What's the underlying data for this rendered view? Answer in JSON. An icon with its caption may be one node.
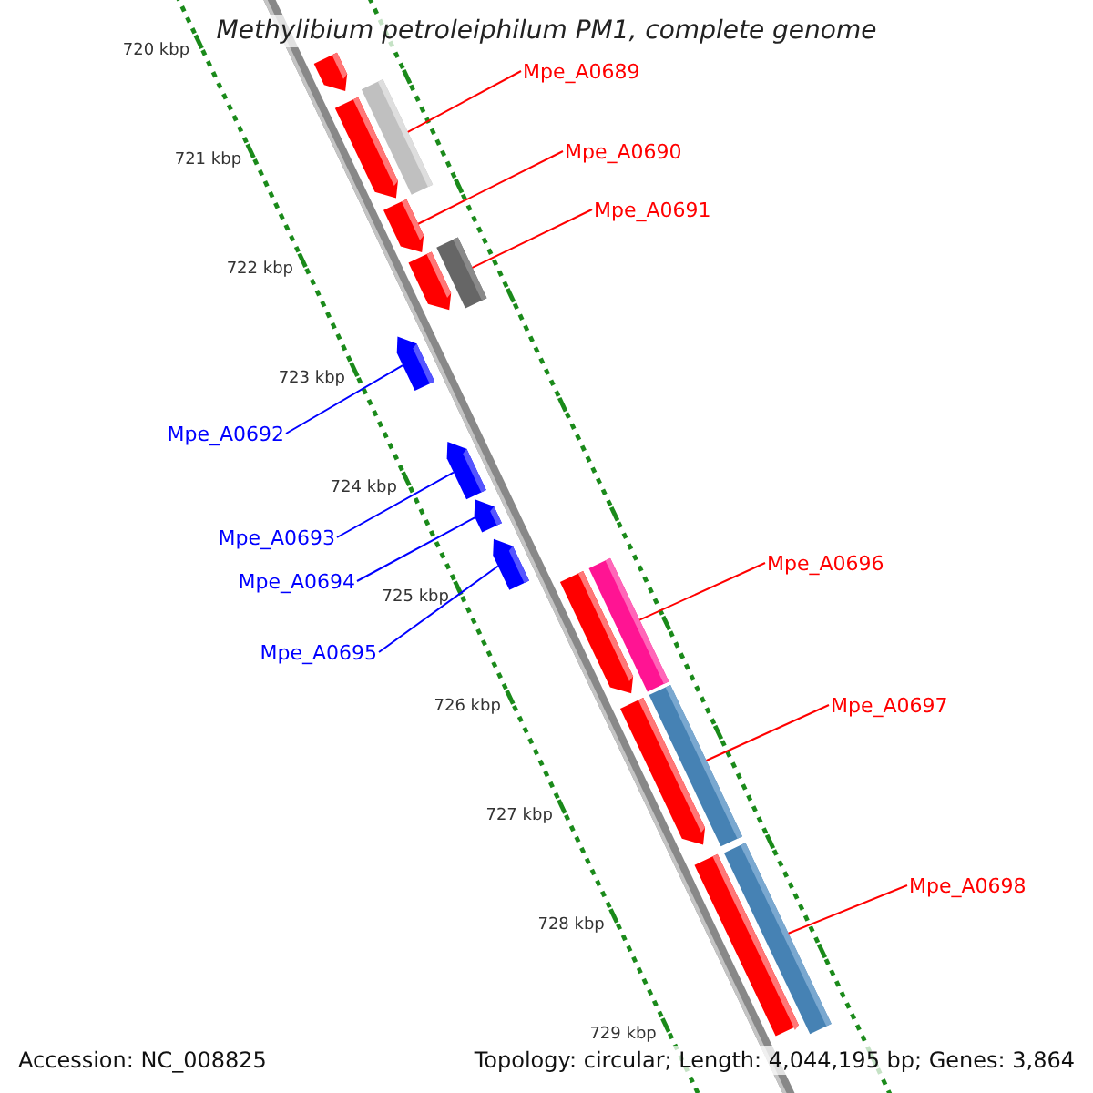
{
  "diagram": {
    "title": "Methylibium petroleiphilum PM1, complete genome",
    "nodes": [
      {
        "text": [
          "Mpe_A0689"
        ]
      },
      {
        "text": [
          "Mpe_A0690"
        ]
      },
      {
        "text": [
          "Mpe_A0691"
        ]
      },
      {
        "text": [
          "Mpe_A0692"
        ]
      },
      {
        "text": [
          "Mpe_A0693"
        ]
      },
      {
        "text": [
          "Mpe_A0694"
        ]
      },
      {
        "text": [
          "Mpe_A0695"
        ]
      },
      {
        "text": [
          "Mpe_A0696"
        ]
      },
      {
        "text": [
          "Mpe_A0697"
        ]
      },
      {
        "text": [
          "Mpe_A0698"
        ]
      },
      {
        "text": [],
        "shape": "arrow"
      },
      {
        "text": [],
        "shape": "bar"
      },
      {
        "text": [],
        "shape": "arrow"
      },
      {
        "text": [],
        "shape": "arrow"
      },
      {
        "text": [],
        "shape": "bar"
      },
      {
        "text": [],
        "shape": "arrow"
      },
      {
        "text": [],
        "shape": "arrow"
      },
      {
        "text": [],
        "shape": "arrow"
      },
      {
        "text": [],
        "shape": "arrow"
      },
      {
        "text": [],
        "shape": "arrow"
      },
      {
        "text": [],
        "shape": "arrow"
      },
      {
        "text": [],
        "shape": "bar"
      },
      {
        "text": [],
        "shape": "arrow"
      },
      {
        "text": [],
        "shape": "bar"
      },
      {
        "text": [],
        "shape": "arrow"
      },
      {
        "text": [],
        "shape": "bar"
      }
    ],
    "edges": [
      {
        "from": 0,
        "to": 11,
        "arrow": "none"
      },
      {
        "from": 1,
        "to": 13,
        "arrow": "none"
      },
      {
        "from": 2,
        "to": 14,
        "arrow": "none"
      },
      {
        "from": 3,
        "to": 16,
        "arrow": "none",
        "color": "#0000ff"
      },
      {
        "from": 4,
        "to": 17,
        "arrow": "none",
        "color": "#0000ff"
      },
      {
        "from": 5,
        "to": 18,
        "arrow": "none",
        "color": "#0000ff"
      },
      {
        "from": 6,
        "to": 19,
        "arrow": "none",
        "color": "#0000ff"
      },
      {
        "from": 7,
        "to": 21,
        "arrow": "none"
      },
      {
        "from": 8,
        "to": 23,
        "arrow": "none"
      },
      {
        "from": 9,
        "to": 25,
        "arrow": "none"
      }
    ],
    "labels": [
      "720 kbp",
      "721 kbp",
      "722 kbp",
      "723 kbp",
      "724 kbp",
      "725 kbp",
      "726 kbp",
      "727 kbp",
      "728 kbp",
      "729 kbp",
      "Accession: NC_008825",
      "Topology: circular; Length: 4,044,195 bp; Genes: 3,864"
    ]
  }
}
